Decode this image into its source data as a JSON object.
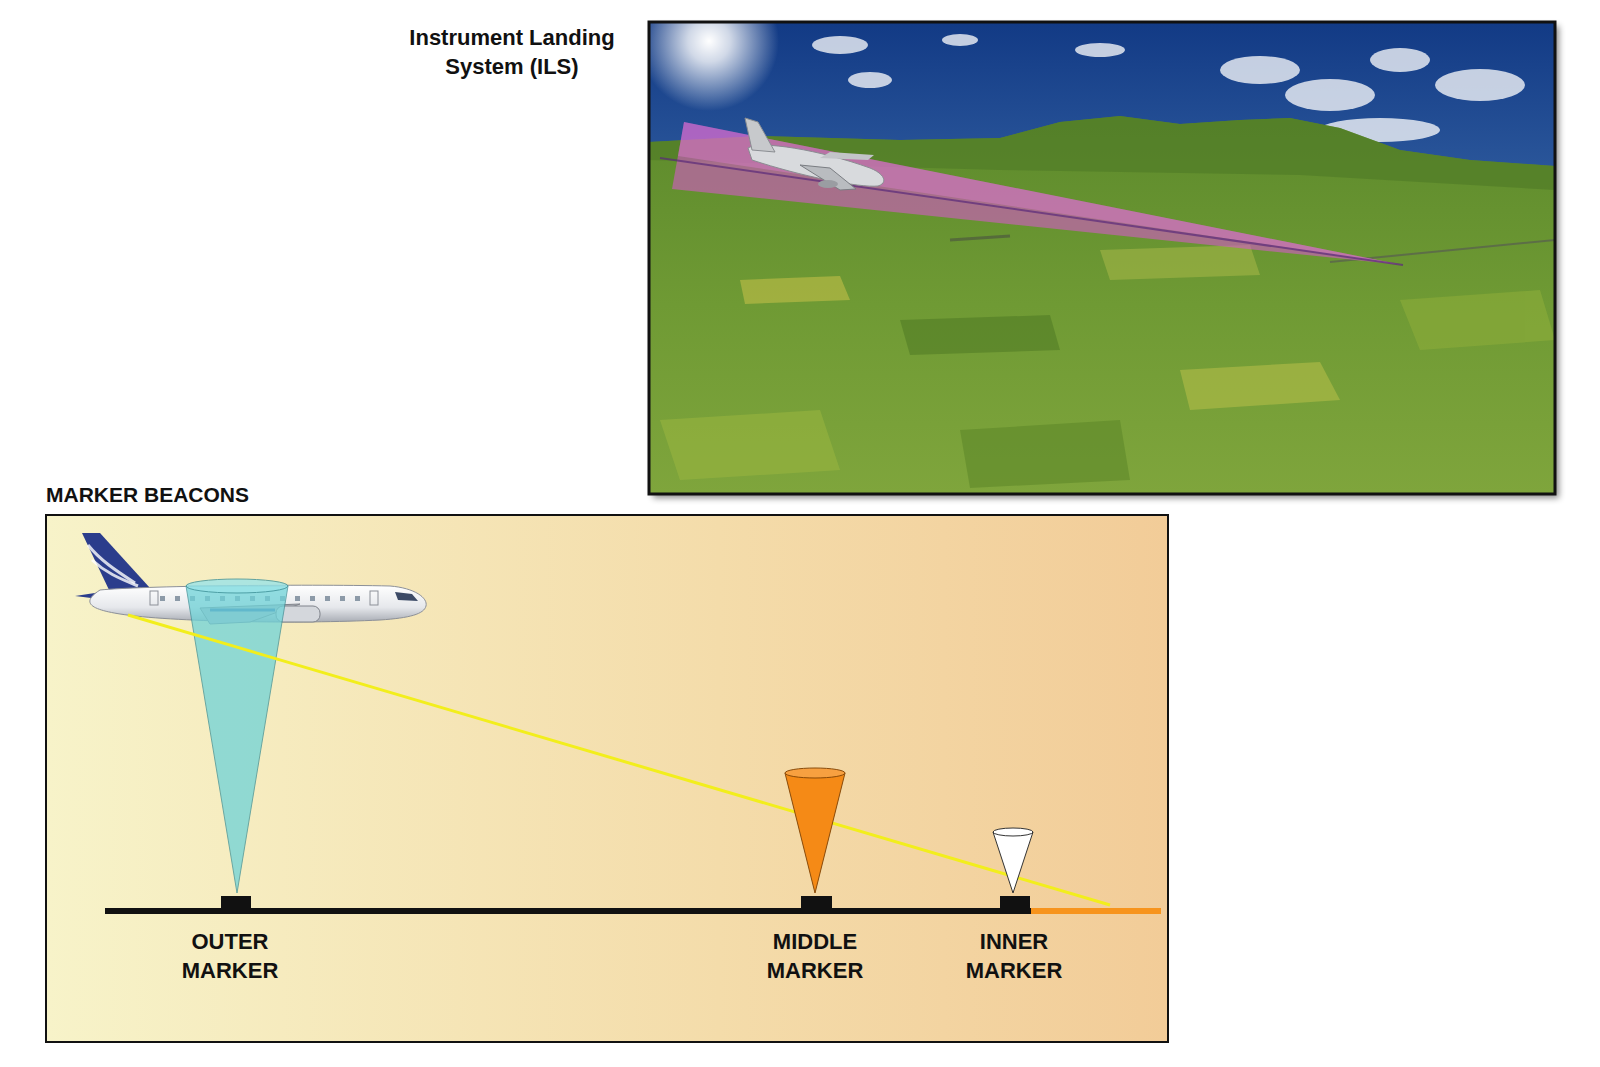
{
  "diagram": {
    "nodes": [
      {
        "text": [
          "Instrument Landing System (ILS)"
        ]
      },
      {
        "text": [
          "MARKER BEACONS"
        ]
      }
    ],
    "labels": [
      "OUTER MARKER",
      "MIDDLE MARKER",
      "INNER MARKER"
    ]
  }
}
